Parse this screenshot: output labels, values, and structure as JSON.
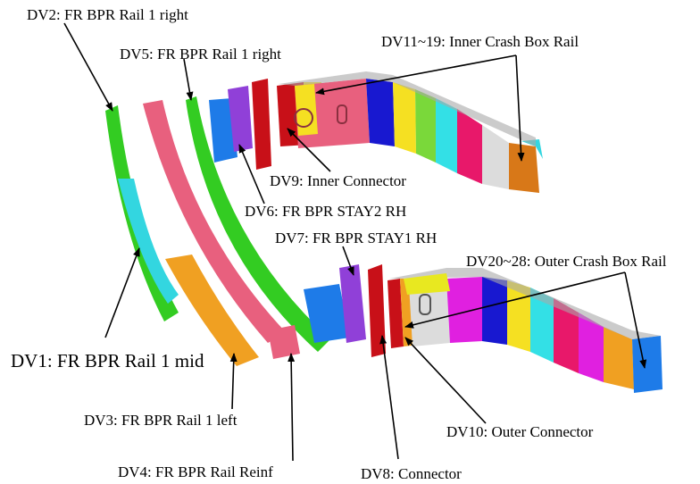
{
  "labels": {
    "dv2": "DV2: FR BPR Rail 1 right",
    "dv5": "DV5: FR BPR Rail 1 right",
    "dv11": "DV11~19: Inner Crash Box Rail",
    "dv9": "DV9: Inner Connector",
    "dv6": "DV6: FR BPR STAY2 RH",
    "dv7": "DV7: FR BPR STAY1 RH",
    "dv20": "DV20~28: Outer Crash Box Rail",
    "dv1": "DV1: FR BPR Rail 1 mid",
    "dv3": "DV3: FR BPR Rail 1 left",
    "dv10": "DV10: Outer Connector",
    "dv4": "DV4: FR BPR Rail Reinf",
    "dv8": "DV8: Connector"
  },
  "colors": {
    "green": "#33cc22",
    "cyan": "#33d6e0",
    "orange": "#f0a022",
    "pink": "#e8607e",
    "blue": "#1e7be8",
    "purple": "#9040d8",
    "darkred": "#c81018",
    "lightgray": "#dcdcdc",
    "blue2": "#1818d0",
    "yellow": "#f5e022",
    "magenta": "#e020e0",
    "rose": "#e8186a",
    "brown": "#c07030",
    "crimson": "#d01440"
  }
}
